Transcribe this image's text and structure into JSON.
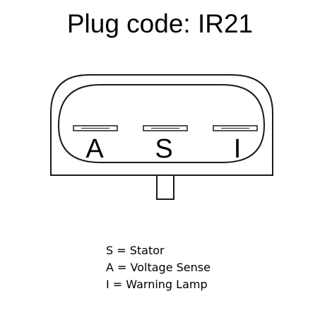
{
  "title": "Plug code: IR21",
  "pins": [
    {
      "label": "A"
    },
    {
      "label": "S"
    },
    {
      "label": "I"
    }
  ],
  "legend": [
    "S = Stator",
    "A = Voltage Sense",
    "I = Warning Lamp"
  ],
  "colors": {
    "line": "#1a1a1a",
    "background": "#ffffff",
    "text": "#000000"
  }
}
